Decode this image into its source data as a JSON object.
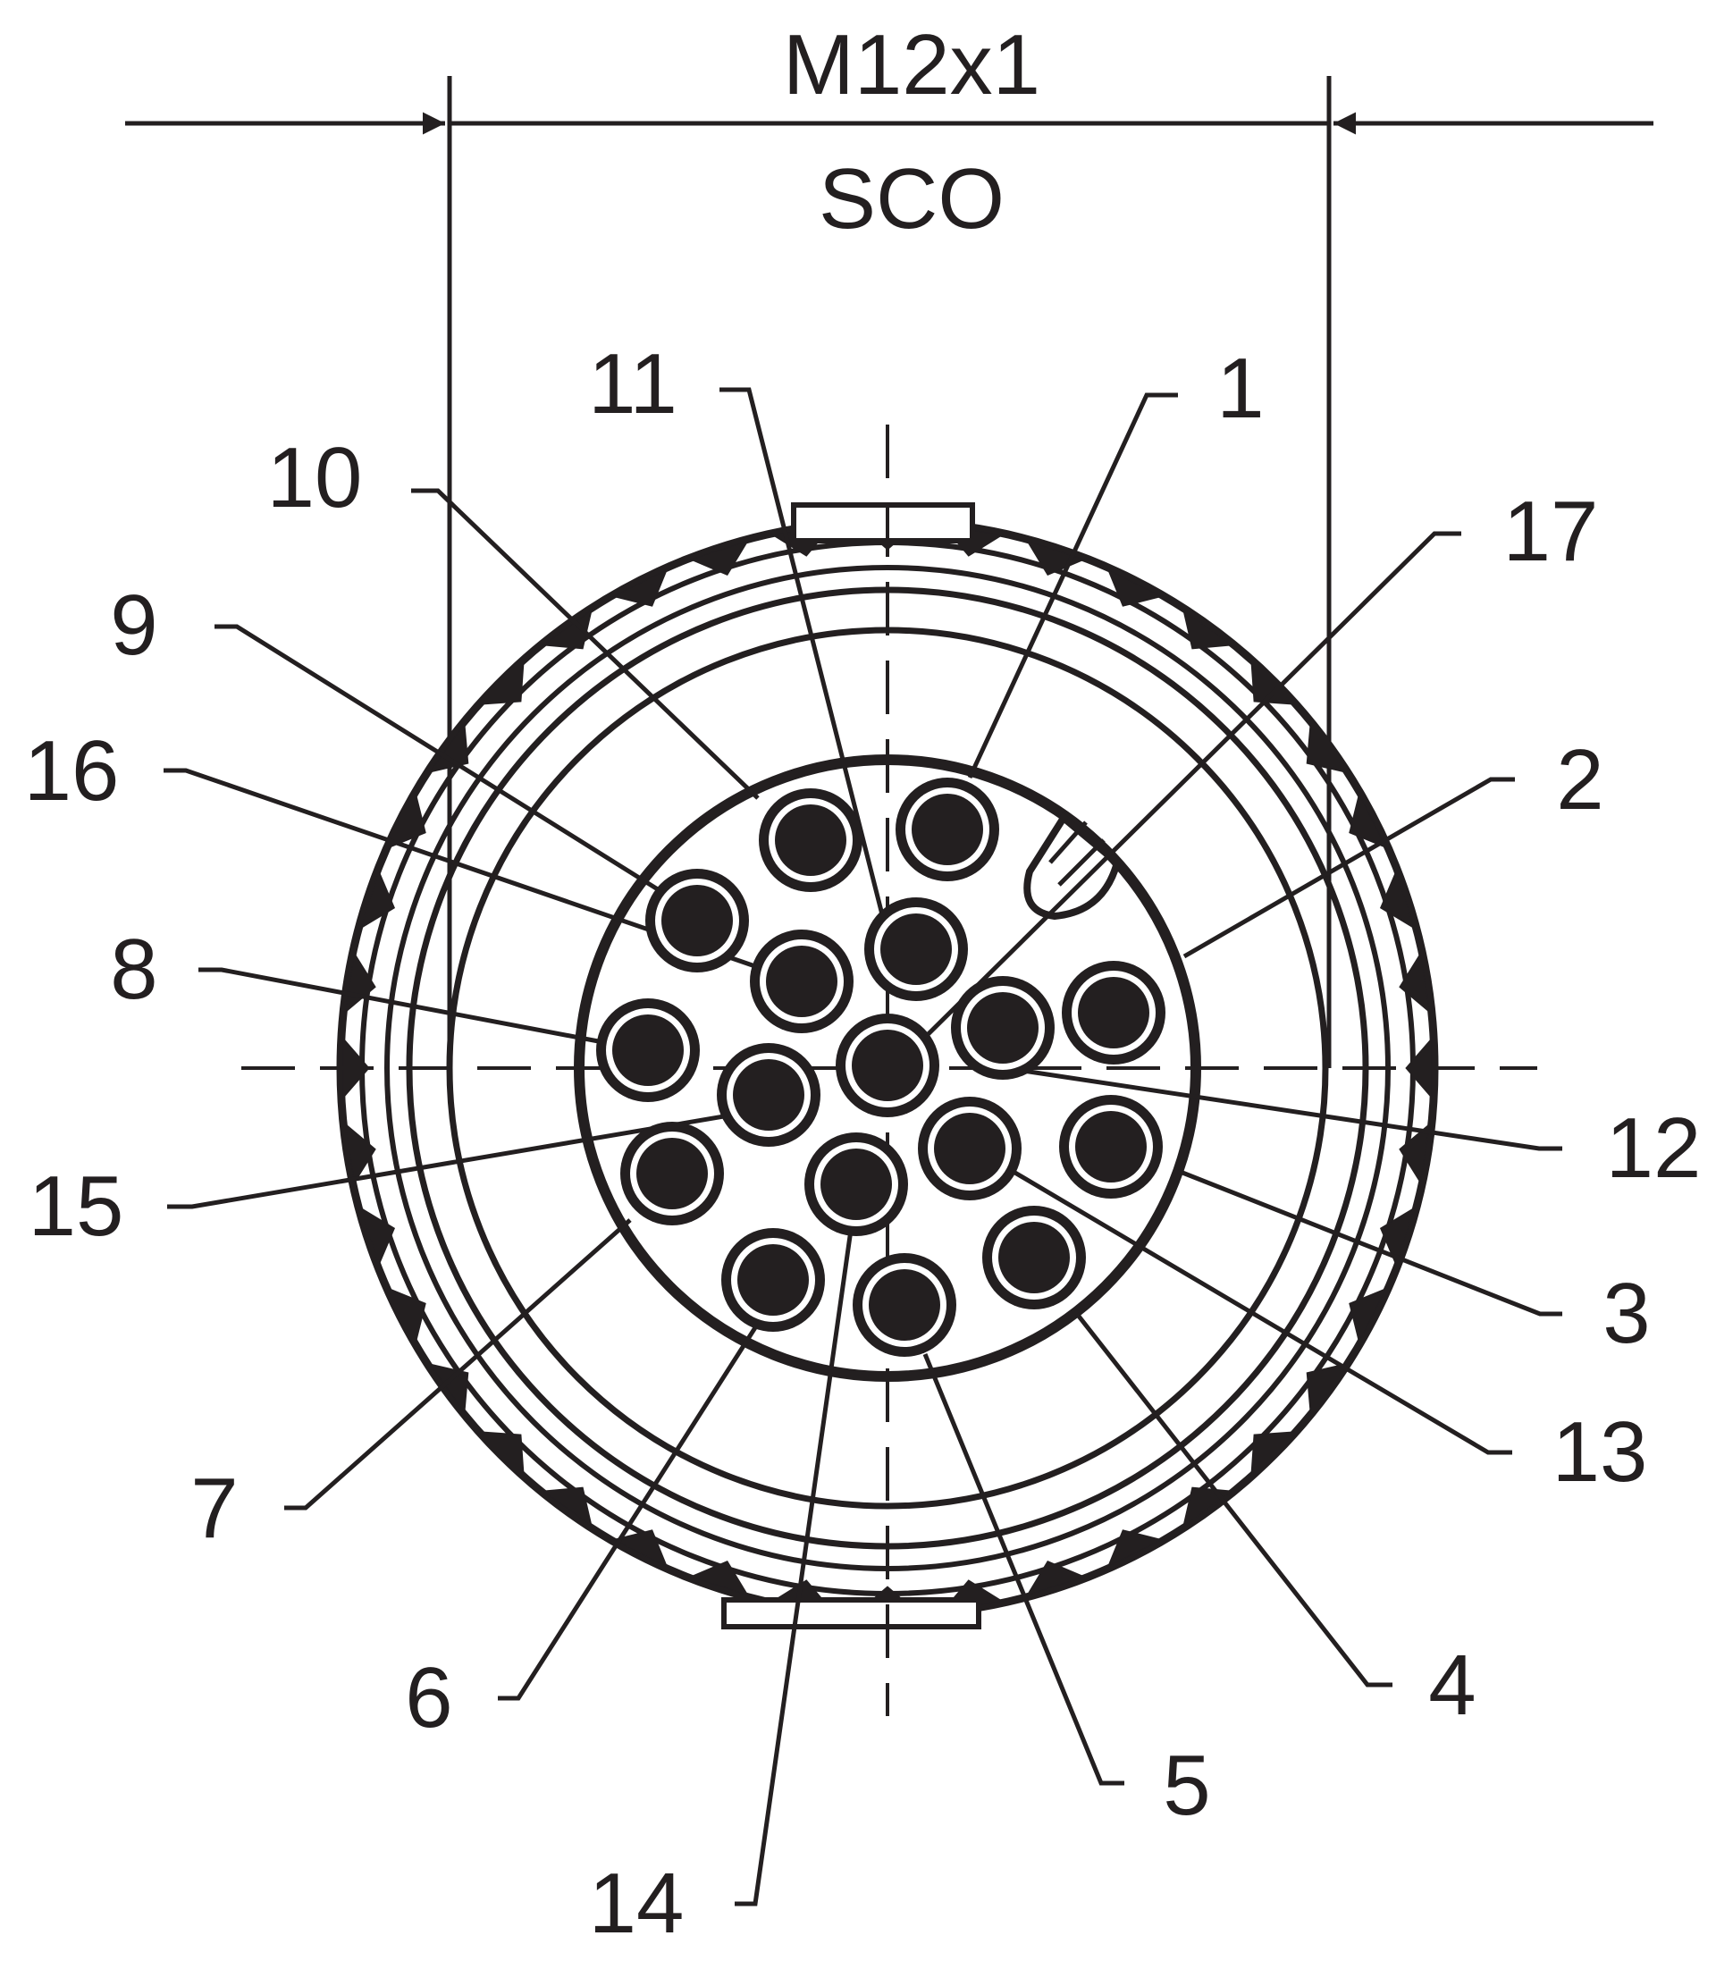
{
  "dimension": {
    "thread": "M12x1",
    "coding": "SCO"
  },
  "pin_labels": [
    "1",
    "2",
    "3",
    "4",
    "5",
    "6",
    "7",
    "8",
    "9",
    "10",
    "11",
    "12",
    "13",
    "14",
    "15",
    "16",
    "17"
  ],
  "colors": {
    "ink": "#231f20",
    "background": "#ffffff"
  }
}
